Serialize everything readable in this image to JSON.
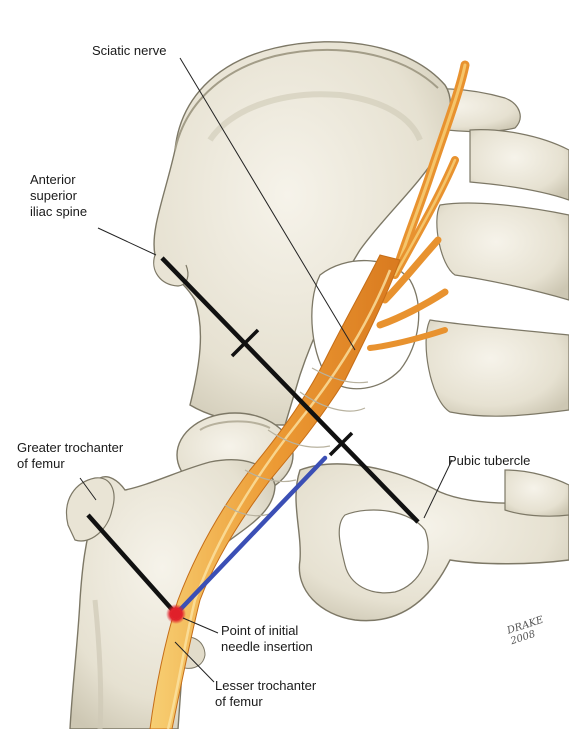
{
  "labels": {
    "sciatic_nerve": "Sciatic nerve",
    "asis_line1": "Anterior",
    "asis_line2": "superior",
    "asis_line3": "iliac spine",
    "greater_troch_line1": "Greater trochanter",
    "greater_troch_line2": "of femur",
    "pubic_tubercle": "Pubic tubercle",
    "insertion_line1": "Point of initial",
    "insertion_line2": "needle insertion",
    "lesser_troch_line1": "Lesser trochanter",
    "lesser_troch_line2": "of femur"
  },
  "artist_signature": "DRAKE 2008",
  "colors": {
    "bone_fill": "#ece8da",
    "bone_shadow": "#cfc9b6",
    "bone_outline": "#7d7866",
    "nerve": "#e8922f",
    "nerve_light": "#f5c56a",
    "landmark_line": "#111111",
    "needle_path": "#3b4fb5",
    "insertion_point": "#e0202a"
  }
}
